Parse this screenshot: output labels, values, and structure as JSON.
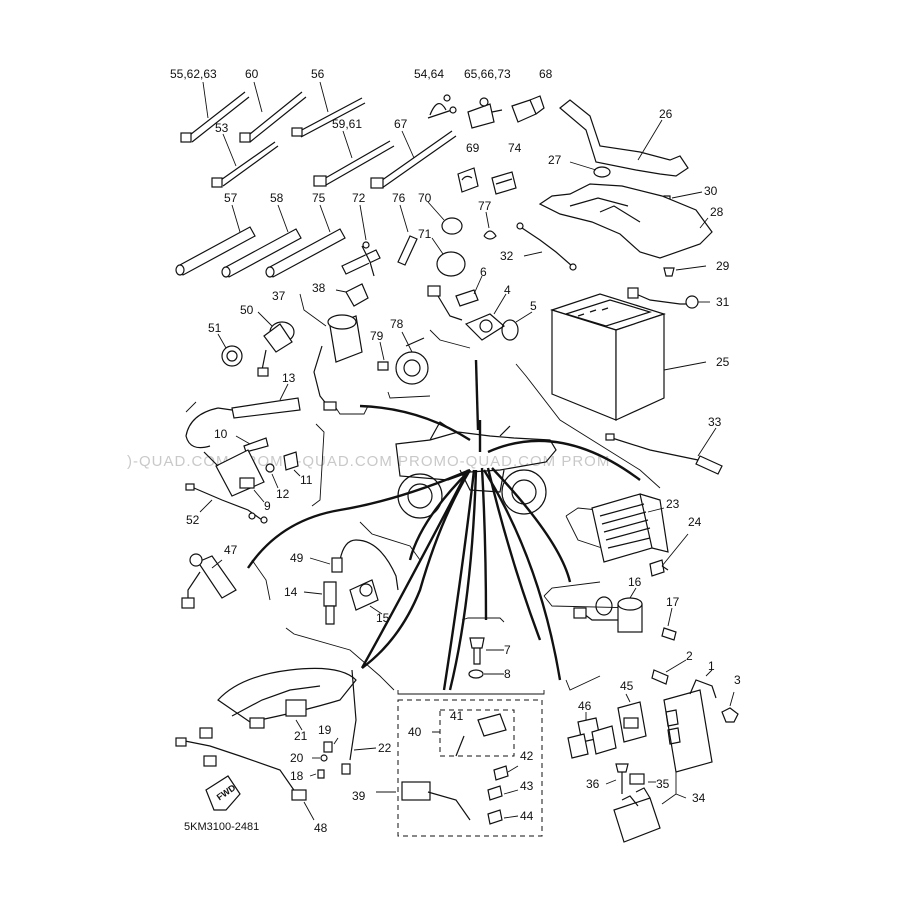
{
  "diagram": {
    "code": "5KM3100-2481",
    "watermark": ")-QUAD.COM    PROMO-QUAD.COM    PROMO-QUAD.COM    PROM",
    "fwd": "FWD",
    "labels": {
      "1": "1",
      "2": "2",
      "3": "3",
      "4": "4",
      "5": "5",
      "6": "6",
      "7": "7",
      "8": "8",
      "9": "9",
      "10": "10",
      "11": "11",
      "12": "12",
      "13": "13",
      "14": "14",
      "15": "15",
      "16": "16",
      "17": "17",
      "18": "18",
      "19": "19",
      "20": "20",
      "21": "21",
      "22": "22",
      "23": "23",
      "24": "24",
      "25": "25",
      "26": "26",
      "27": "27",
      "28": "28",
      "29": "29",
      "30": "30",
      "31": "31",
      "32": "32",
      "33": "33",
      "34": "34",
      "35": "35",
      "36": "36",
      "37": "37",
      "38": "38",
      "39": "39",
      "40": "40",
      "41": "41",
      "42": "42",
      "43": "43",
      "44": "44",
      "45": "45",
      "46": "46",
      "47": "47",
      "48": "48",
      "49": "49",
      "50": "50",
      "51": "51",
      "52": "52",
      "53": "53",
      "54_64": "54,64",
      "55_62_63": "55,62,63",
      "56": "56",
      "57": "57",
      "58": "58",
      "59_61": "59,61",
      "60": "60",
      "65_66_73": "65,66,73",
      "67": "67",
      "68": "68",
      "69": "69",
      "70": "70",
      "71": "71",
      "72": "72",
      "74": "74",
      "75": "75",
      "76": "76",
      "77": "77",
      "78": "78",
      "79": "79"
    }
  }
}
